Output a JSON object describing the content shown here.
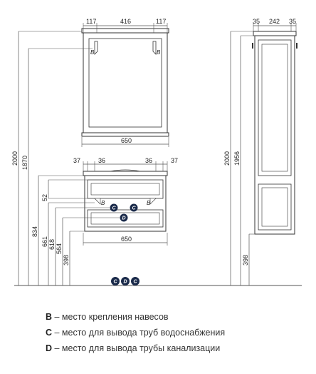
{
  "mirror": {
    "widths": [
      "117",
      "416",
      "117"
    ],
    "total_width": "650",
    "height": "2000",
    "mount_height": "1870",
    "mount_label": "B"
  },
  "cabinet": {
    "offsets_left": [
      "37",
      "36"
    ],
    "offsets_right": [
      "36",
      "37"
    ],
    "bottom_width": "650",
    "heights": [
      "834",
      "661",
      "618",
      "564",
      "398"
    ],
    "top_gap": "52",
    "labels": [
      "B",
      "B",
      "C",
      "C",
      "D"
    ]
  },
  "tall": {
    "widths": [
      "35",
      "242",
      "35"
    ],
    "height": "2000",
    "upper_height": "1956",
    "floor_height": "398"
  },
  "floor_markers": [
    "C",
    "D",
    "C"
  ],
  "legend": [
    {
      "key": "B",
      "text": " – место крепления навесов"
    },
    {
      "key": "C",
      "text": " – место для вывода труб водоснабжения"
    },
    {
      "key": "D",
      "text": " – место для вывода трубы канализации"
    }
  ],
  "colors": {
    "line": "#555555",
    "marker": "#1a2a4a",
    "stroke": "#333333"
  }
}
